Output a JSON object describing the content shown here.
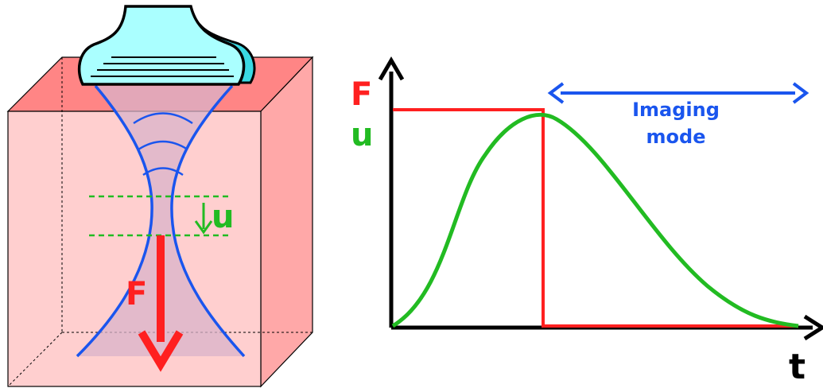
{
  "labels": {
    "force": "F",
    "displacement": "u",
    "time_axis": "t",
    "mode_line1": "Imaging",
    "mode_line2": "mode"
  },
  "colors": {
    "force": "#ff2020",
    "displacement": "#22bb22",
    "beam": "#1a55ee",
    "mode": "#1a55ee",
    "probe": "#aaffff",
    "tissue_front": "#ffcccc",
    "tissue_side": "#ffaaaa",
    "tissue_top": "#ff8080",
    "axis": "#000000"
  },
  "icons": {
    "probe": "ultrasound-transducer-icon",
    "waves": "ultrasound-wave-icon"
  }
}
